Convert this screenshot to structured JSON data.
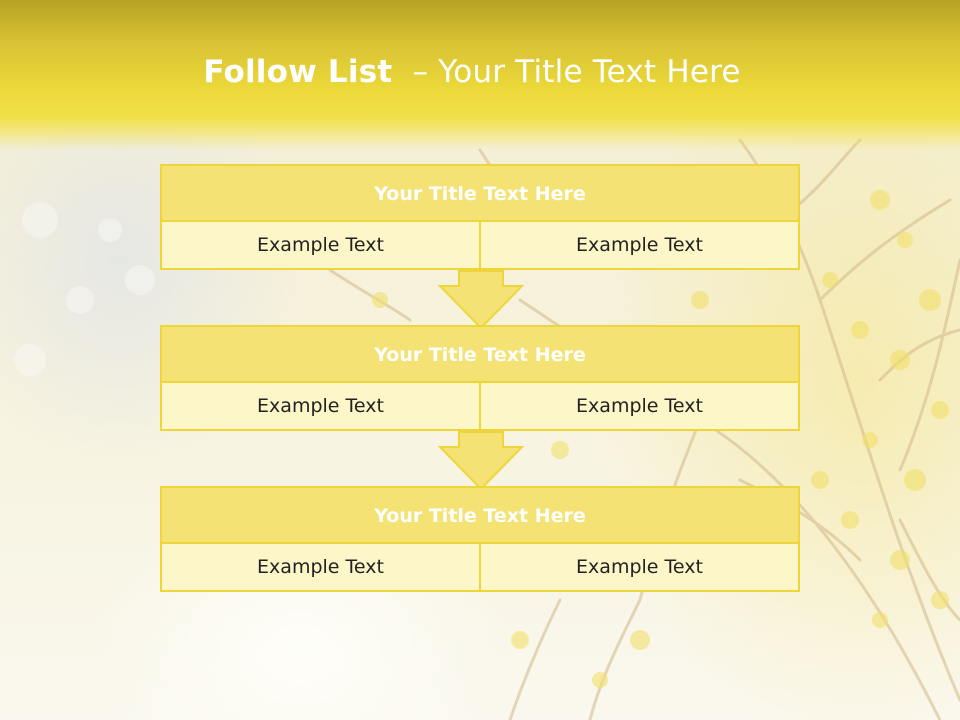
{
  "slide": {
    "title_bold": "Follow List",
    "title_rest": "– Your Title Text Here"
  },
  "blocks": [
    {
      "title": "Your Title Text Here",
      "left_text": "Example Text",
      "right_text": "Example Text"
    },
    {
      "title": "Your Title Text Here",
      "left_text": "Example Text",
      "right_text": "Example Text"
    },
    {
      "title": "Your Title Text Here",
      "left_text": "Example Text",
      "right_text": "Example Text"
    }
  ],
  "colors": {
    "header": "#ecd93a",
    "block_title_fill": "#f4e374",
    "block_cell_fill": "#fdf6c8",
    "border": "#eed63a",
    "arrow_fill": "#f4e374"
  }
}
